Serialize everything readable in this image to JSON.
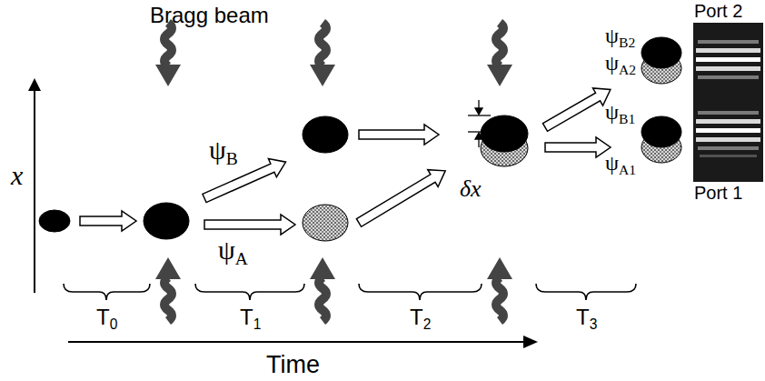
{
  "diagram": {
    "labels": [
      "Bragg beam",
      "x",
      "ψB",
      "ψA",
      "δx",
      "ψB2",
      "ψA2",
      "ψB1",
      "ψA1",
      "Port 2",
      "Port 1",
      "T0",
      "T1",
      "T2",
      "T3",
      "Time"
    ]
  }
}
